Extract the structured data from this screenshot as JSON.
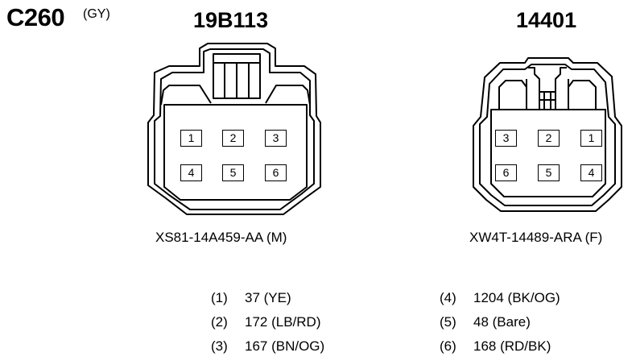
{
  "header": {
    "connector_id": "C260",
    "connector_color": "(GY)"
  },
  "connectors": [
    {
      "title": "19B113",
      "part_number": "XS81-14A459-AA (M)",
      "pins": [
        "1",
        "2",
        "3",
        "4",
        "5",
        "6"
      ]
    },
    {
      "title": "14401",
      "part_number": "XW4T-14489-ARA (F)",
      "pins": [
        "3",
        "2",
        "1",
        "6",
        "5",
        "4"
      ]
    }
  ],
  "pinout": [
    {
      "pin": "(1)",
      "desc": "37 (YE)"
    },
    {
      "pin": "(2)",
      "desc": "172 (LB/RD)"
    },
    {
      "pin": "(3)",
      "desc": "167 (BN/OG)"
    },
    {
      "pin": "(4)",
      "desc": "1204 (BK/OG)"
    },
    {
      "pin": "(5)",
      "desc": "48 (Bare)"
    },
    {
      "pin": "(6)",
      "desc": "168 (RD/BK)"
    }
  ]
}
